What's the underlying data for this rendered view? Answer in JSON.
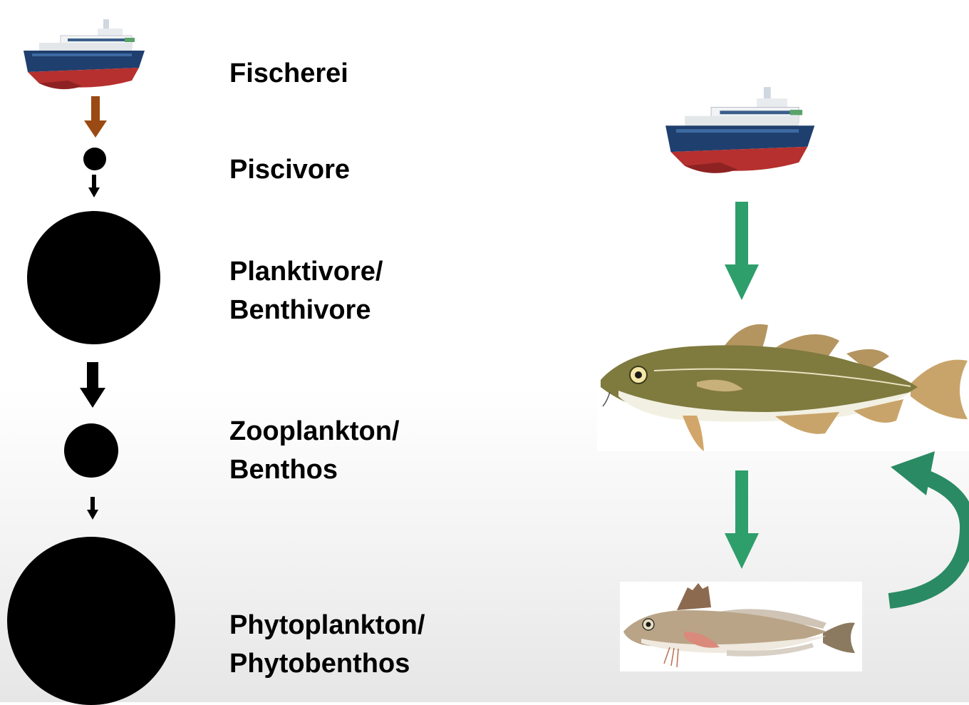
{
  "levels": {
    "fischerei": "Fischerei",
    "piscivore": "Piscivore",
    "planktivore_line1": "Planktivore/",
    "planktivore_line2": "Benthivore",
    "zooplankton_line1": "Zooplankton/",
    "zooplankton_line2": "Benthos",
    "phytoplankton_line1": "Phytoplankton/",
    "phytoplankton_line2": "Phytobenthos"
  },
  "colors": {
    "fishing_arrow": "#9a4a12",
    "flow_arrow": "#2e9e6b",
    "feedback_arrow": "#2a8a64",
    "disc": "#000000",
    "hull_red": "#b5302e",
    "hull_blue": "#1f3f6e"
  },
  "icons": {
    "vessel": "fishing-vessel-illustration",
    "cod": "cod-fish-illustration",
    "gurnard": "gurnard-fish-illustration"
  }
}
